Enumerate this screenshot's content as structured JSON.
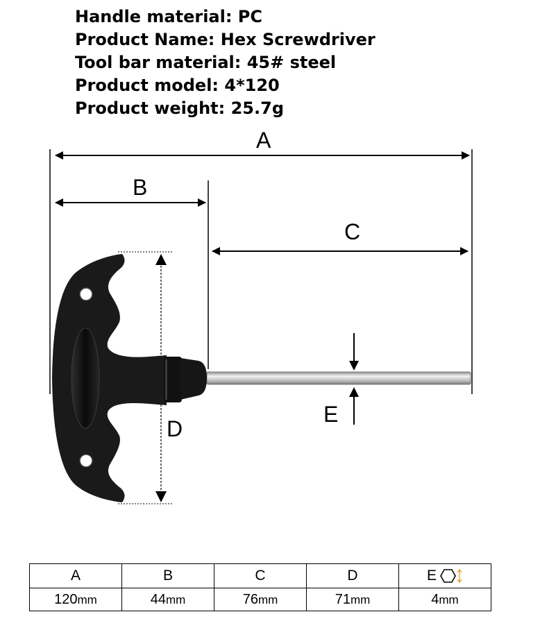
{
  "specs": [
    "Handle material: PC",
    "Product Name: Hex Screwdriver",
    "Tool bar material: 45# steel",
    "Product model: 4*120",
    "Product weight: 25.7g"
  ],
  "dimension_labels": {
    "a": "A",
    "b": "B",
    "c": "C",
    "d": "D",
    "e": "E"
  },
  "table": {
    "headers": [
      "A",
      "B",
      "C",
      "D",
      "E"
    ],
    "values": [
      {
        "num": "120",
        "unit": "mm"
      },
      {
        "num": "44",
        "unit": "mm"
      },
      {
        "num": "76",
        "unit": "mm"
      },
      {
        "num": "71",
        "unit": "mm"
      },
      {
        "num": "4",
        "unit": "mm"
      }
    ]
  },
  "colors": {
    "handle": "#1a1a1a",
    "shaft": "#c9c9c9",
    "icon_accent": "#e39a1b"
  },
  "icons": {
    "e_header": "hex-size-icon"
  }
}
